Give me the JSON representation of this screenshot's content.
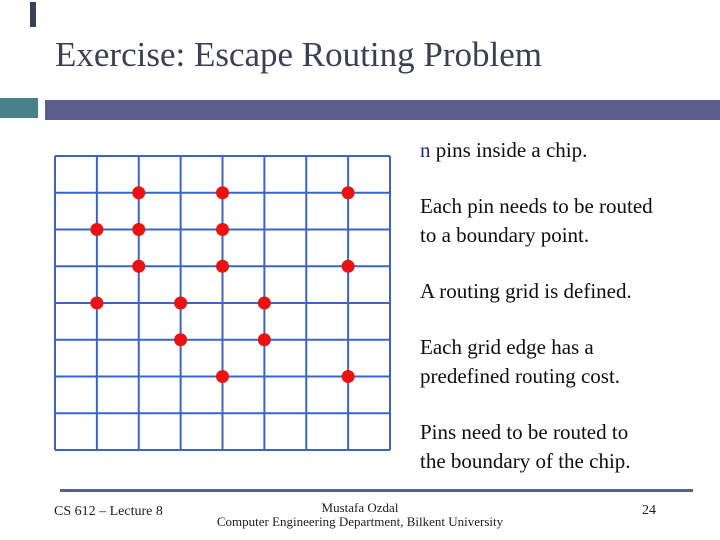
{
  "slide": {
    "title": "Exercise: Escape Routing Problem",
    "page_number": "24",
    "footer_left": "CS 612 – Lecture 8",
    "footer_center_line1": "Mustafa Ozdal",
    "footer_center_line2": "Computer Engineering Department, Bilkent University"
  },
  "bullets": {
    "b1_highlight": "n",
    "b1_rest": " pins inside a chip.",
    "b2_line1": "Each pin needs to be routed",
    "b2_line2": "to a boundary point.",
    "b3": "A routing grid is defined.",
    "b4_line1": "Each grid edge has a",
    "b4_line2": "predefined routing cost.",
    "b5_line1": "Pins need to be routed to",
    "b5_line2": "the boundary of the chip."
  },
  "figure": {
    "description": "routing grid with pins",
    "grid": {
      "cols": 8,
      "rows": 8,
      "line_color": "#3b63c9",
      "line_width": 2,
      "pin_color": "#ed1111",
      "pin_radius": 6.5,
      "pins": [
        [
          2,
          1
        ],
        [
          4,
          1
        ],
        [
          7,
          1
        ],
        [
          1,
          2
        ],
        [
          2,
          2
        ],
        [
          4,
          2
        ],
        [
          2,
          3
        ],
        [
          4,
          3
        ],
        [
          7,
          3
        ],
        [
          1,
          4
        ],
        [
          3,
          4
        ],
        [
          5,
          4
        ],
        [
          3,
          5
        ],
        [
          5,
          5
        ],
        [
          4,
          6
        ],
        [
          7,
          6
        ]
      ]
    }
  },
  "colors": {
    "accent_teal": "#47818a",
    "accent_slate": "#5a5e8c",
    "title_color": "#3d4053",
    "highlight_navy": "#232d6e",
    "grid_blue": "#3b63c9",
    "pin_red": "#ed1111"
  }
}
